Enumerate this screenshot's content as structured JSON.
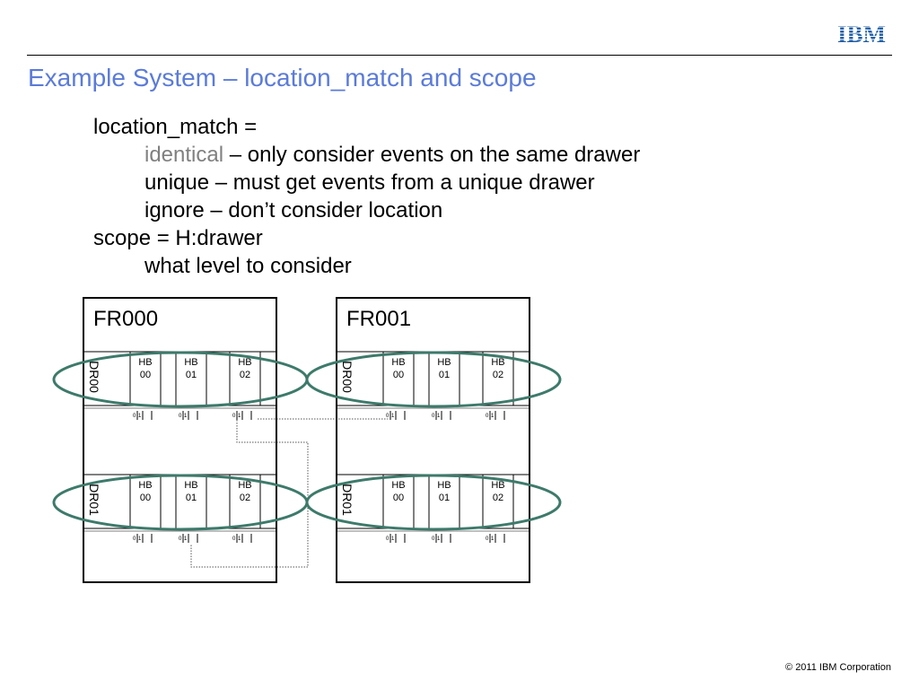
{
  "header": {
    "logo_text": "IBM",
    "title": "Example System – location_match and scope"
  },
  "body": {
    "line1": "location_match =",
    "line2_keyword": "identical",
    "line2_rest": " – only consider events on the same drawer",
    "line3": "unique – must get events from a unique drawer",
    "line4": "ignore – don’t consider location",
    "line5": "scope = H:drawer",
    "line6": "what level to consider"
  },
  "diagram": {
    "frames": [
      {
        "label": "FR000",
        "drawers": [
          {
            "label": "DR00",
            "hubs": [
              [
                "HB",
                "00"
              ],
              [
                "HB",
                "01"
              ],
              [
                "HB",
                "02"
              ]
            ]
          },
          {
            "label": "DR01",
            "hubs": [
              [
                "HB",
                "00"
              ],
              [
                "HB",
                "01"
              ],
              [
                "HB",
                "02"
              ]
            ]
          }
        ]
      },
      {
        "label": "FR001",
        "drawers": [
          {
            "label": "DR00",
            "hubs": [
              [
                "HB",
                "00"
              ],
              [
                "HB",
                "01"
              ],
              [
                "HB",
                "02"
              ]
            ]
          },
          {
            "label": "DR01",
            "hubs": [
              [
                "HB",
                "00"
              ],
              [
                "HB",
                "01"
              ],
              [
                "HB",
                "02"
              ]
            ]
          }
        ]
      }
    ],
    "port_labels": [
      "0",
      "1"
    ],
    "colors": {
      "ellipse": "#3d7a6a",
      "frame_border": "#000000",
      "link": "#555555"
    }
  },
  "footer": {
    "copyright": "© 2011 IBM Corporation"
  }
}
